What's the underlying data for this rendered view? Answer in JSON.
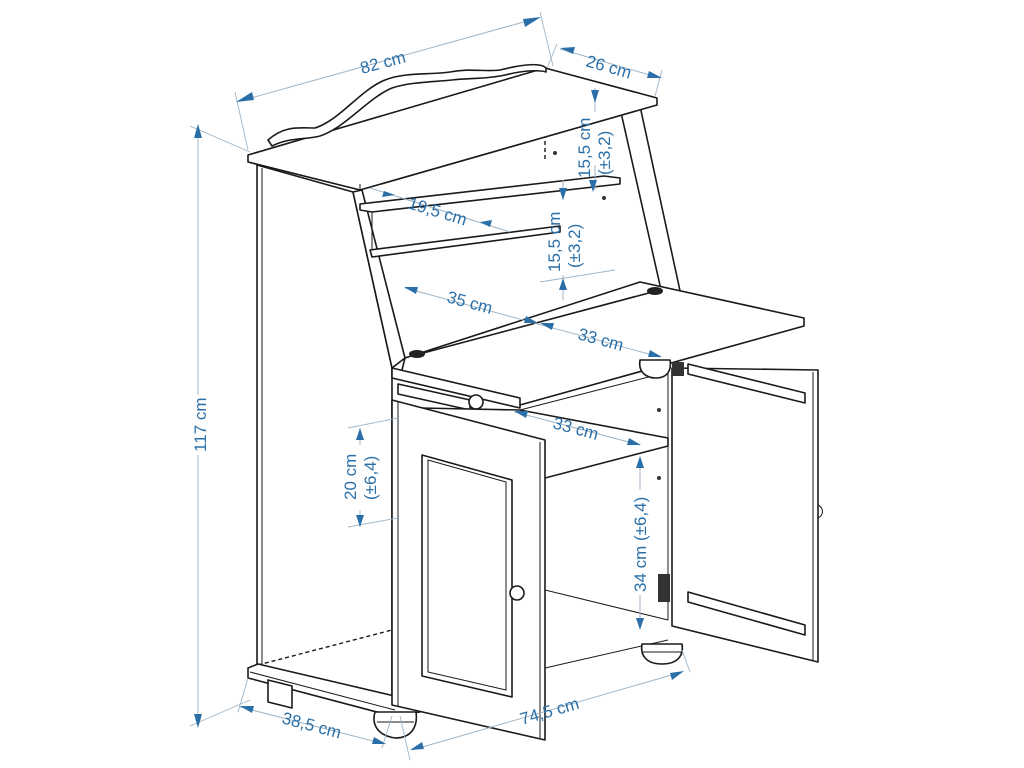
{
  "diagram": {
    "subject": "Secretary desk cabinet with fold-down writing flap, upper shelves, and two-door lower cabinet",
    "accent_color": "#2a6fa8",
    "line_color": "#1a1a1a",
    "dimension_line_color": "#9fb6c8"
  },
  "dimensions": {
    "total_width": "82 cm",
    "top_depth": "26 cm",
    "upper_shelf_gap_1": "15,5 cm",
    "upper_shelf_gap_1_tol": "(±3,2)",
    "upper_shelf_gap_2": "15,5 cm",
    "upper_shelf_gap_2_tol": "(±3,2)",
    "upper_shelf_depth": "19,5 cm",
    "flap_inner_depth": "35 cm",
    "flap_outer_depth": "33 cm",
    "lower_shelf_depth": "33 cm",
    "lower_upper_gap": "20 cm",
    "lower_upper_gap_tol": "(±6,4)",
    "lower_bottom_gap": "34 cm (±6,4)",
    "total_height": "117 cm",
    "base_depth": "38,5 cm",
    "base_width": "74,5 cm"
  }
}
